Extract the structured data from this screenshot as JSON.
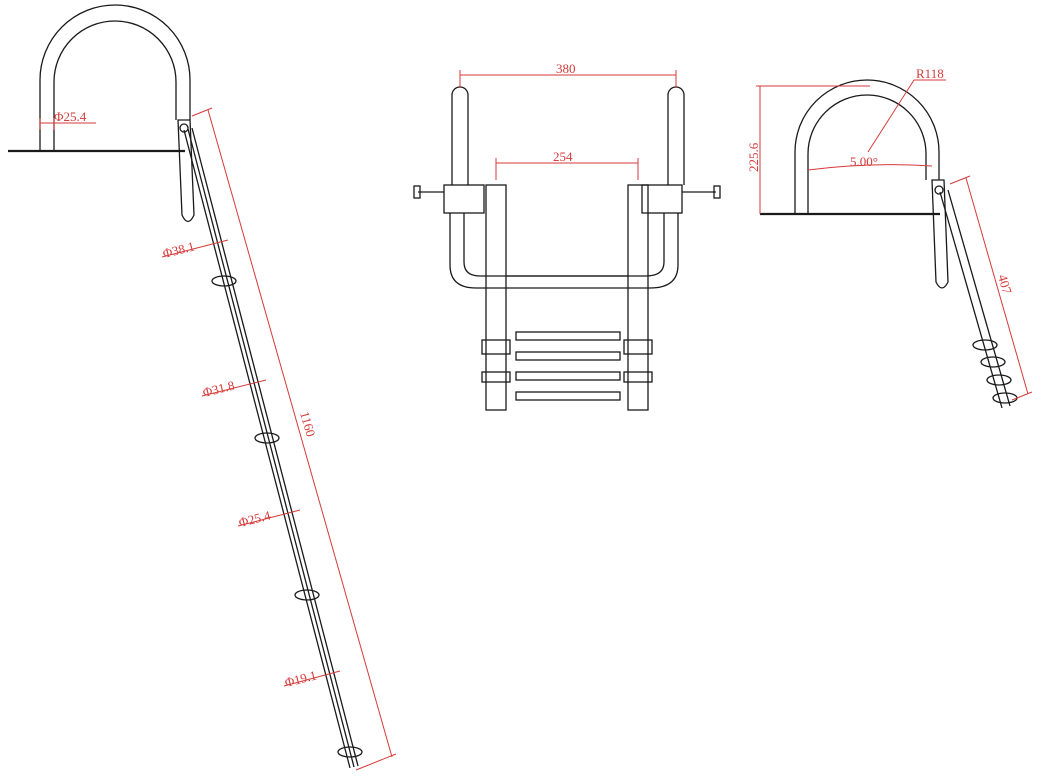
{
  "colors": {
    "line": "#1a1a1a",
    "dimension": "#d63a3a",
    "background": "#ffffff"
  },
  "side_view": {
    "dims": {
      "handle_dia": "Φ25.4",
      "tube_dia_1": "Φ38.1",
      "tube_dia_2": "Φ31.8",
      "tube_dia_3": "Φ25.4",
      "tube_dia_4": "Φ19.1",
      "length": "1160"
    }
  },
  "front_view": {
    "dims": {
      "outer_width": "380",
      "inner_width": "254"
    }
  },
  "folded_view": {
    "dims": {
      "radius": "R118",
      "height": "225.6",
      "angle": "5.00°",
      "length": "407"
    }
  }
}
